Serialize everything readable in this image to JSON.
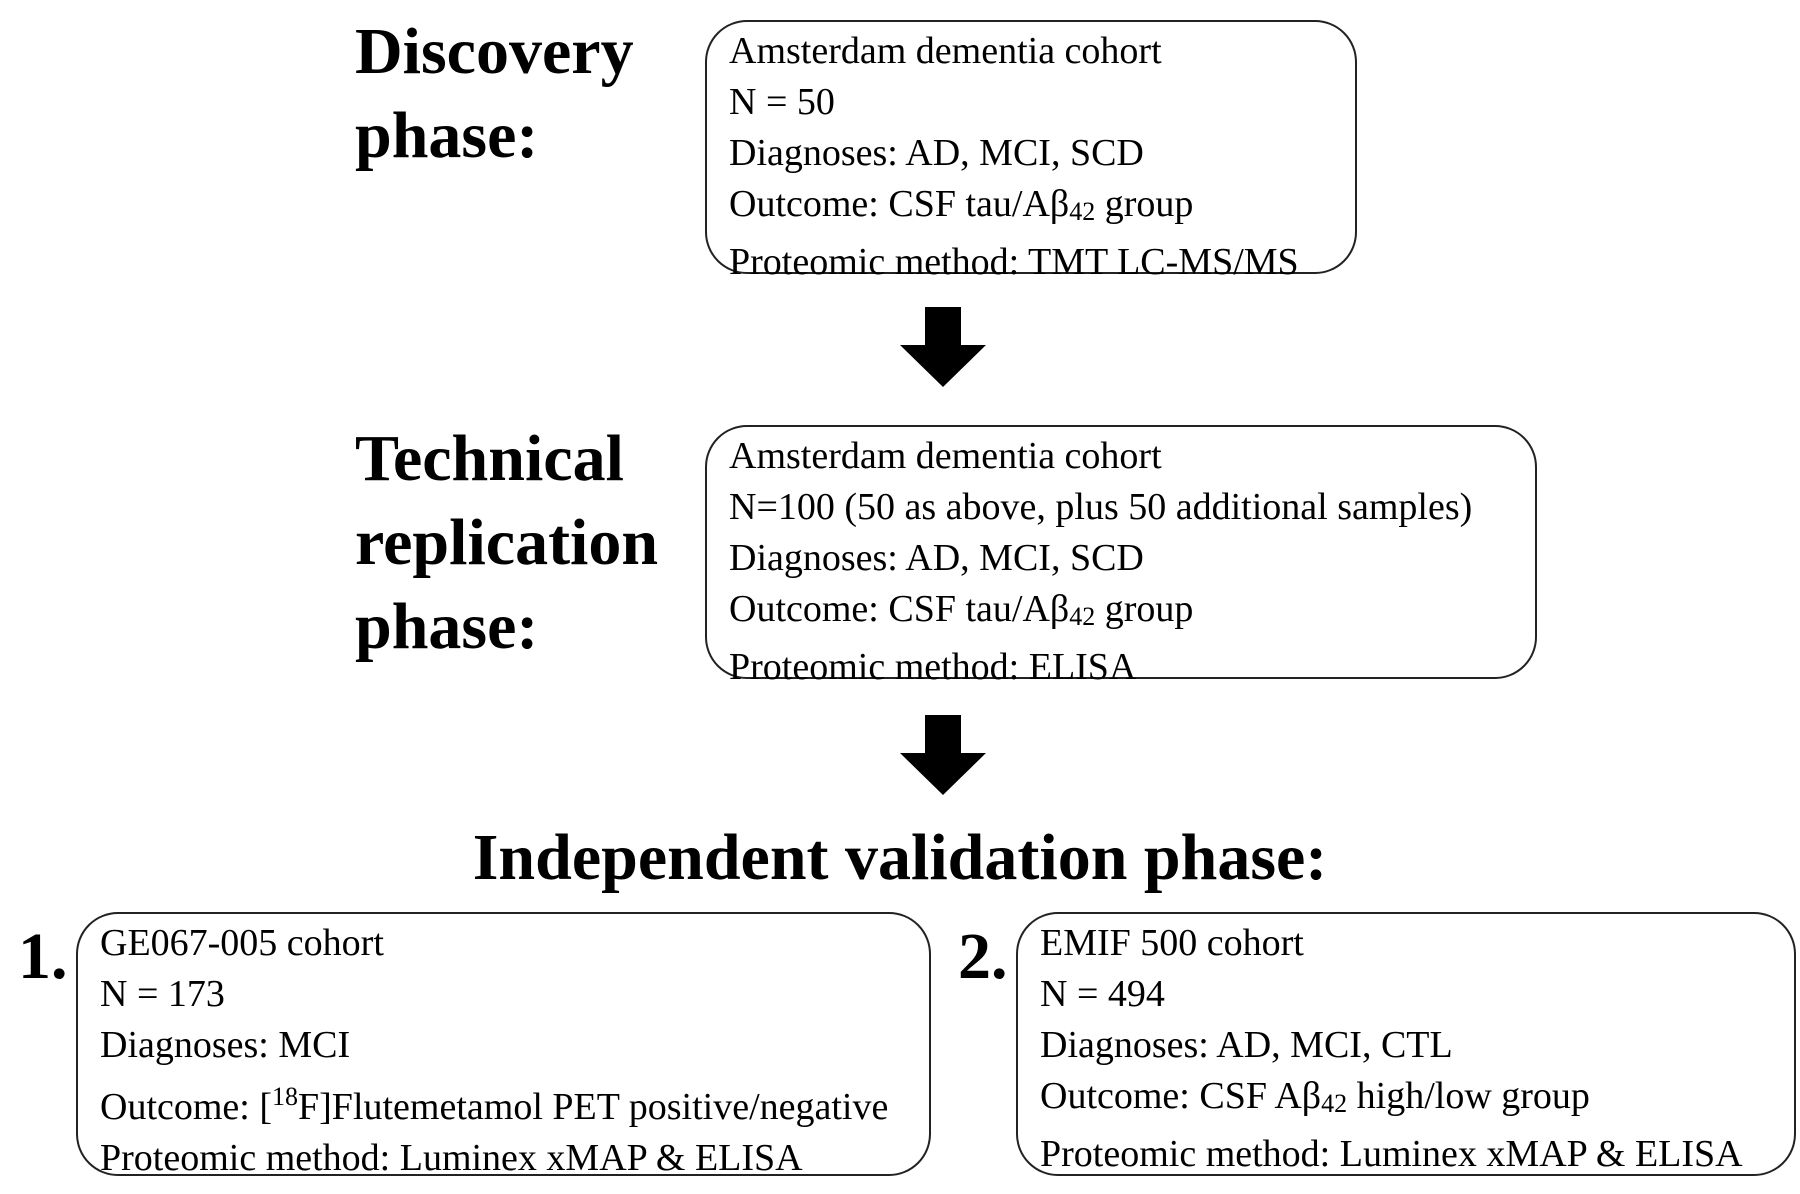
{
  "discovery": {
    "title_line1": "Discovery",
    "title_line2": "phase:",
    "lines": [
      "Amsterdam dementia cohort",
      "N = 50",
      "Diagnoses: AD, MCI, SCD",
      {
        "pre": "Outcome: CSF tau/Aβ",
        "sub": "42",
        "post": " group"
      },
      "Proteomic method: TMT LC-MS/MS"
    ]
  },
  "technical": {
    "title_line1": "Technical",
    "title_line2": "replication",
    "title_line3": "phase:",
    "lines": [
      "Amsterdam dementia cohort",
      "N=100 (50 as above, plus 50 additional samples)",
      "Diagnoses: AD, MCI, SCD",
      {
        "pre": "Outcome: CSF tau/Aβ",
        "sub": "42",
        "post": " group"
      },
      "Proteomic method: ELISA"
    ]
  },
  "independent": {
    "title": "Independent validation phase:",
    "cohort1": {
      "number": "1.",
      "lines": [
        "GE067-005 cohort",
        "N = 173",
        "Diagnoses: MCI",
        {
          "pre": "Outcome: [",
          "sup": "18",
          "post": "F]Flutemetamol PET positive/negative"
        },
        "Proteomic method: Luminex xMAP & ELISA"
      ]
    },
    "cohort2": {
      "number": "2.",
      "lines": [
        "EMIF 500 cohort",
        "N = 494",
        "Diagnoses: AD, MCI, CTL",
        {
          "pre": "Outcome: CSF Aβ",
          "sub": "42",
          "post": " high/low group"
        },
        "Proteomic method: Luminex xMAP & ELISA"
      ]
    }
  },
  "arrows": [
    "down-arrow-icon",
    "down-arrow-icon"
  ]
}
